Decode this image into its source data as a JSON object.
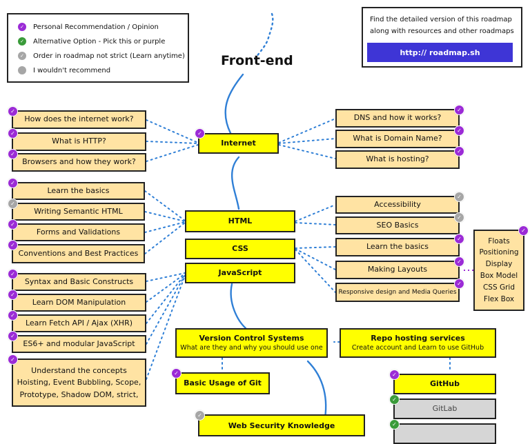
{
  "legend": {
    "items": [
      {
        "label": "Personal Recommendation / Opinion",
        "color": "#9b2bd6",
        "icon": "check-icon"
      },
      {
        "label": "Alternative Option - Pick this or purple",
        "color": "#3a9b3a",
        "icon": "check-icon"
      },
      {
        "label": "Order in roadmap not strict (Learn anytime)",
        "color": "#a6a6a6",
        "icon": "check-icon"
      },
      {
        "label": "I wouldn't recommend",
        "color": "#a6a6a6",
        "icon": "dot-icon"
      }
    ]
  },
  "info": {
    "text_line1": "Find the detailed version of this roadmap",
    "text_line2": "along with resources and other roadmaps",
    "link": "http:// roadmap.sh"
  },
  "title": "Front-end",
  "nodes": {
    "internet": "Internet",
    "html": "HTML",
    "css": "CSS",
    "javascript": "JavaScript",
    "vcs_title": "Version Control Systems",
    "vcs_sub": "What are they and why you should use one",
    "repo_title": "Repo hosting services",
    "repo_sub": "Create account and Learn to use GitHub",
    "git_basic": "Basic Usage of Git",
    "github": "GitHub",
    "gitlab": "GitLab",
    "web_security": "Web Security Knowledge"
  },
  "internet_left": [
    "How does the internet work?",
    "What is HTTP?",
    "Browsers and how they work?"
  ],
  "internet_right": [
    "DNS and how it works?",
    "What is Domain Name?",
    "What is hosting?"
  ],
  "html_left": [
    "Learn the basics",
    "Writing Semantic HTML",
    "Forms and Validations",
    "Conventions and Best Practices"
  ],
  "html_right": [
    "Accessibility",
    "SEO Basics"
  ],
  "css_right": [
    "Learn the basics",
    "Making Layouts",
    "Responsive design and Media Queries"
  ],
  "layouts_list": [
    "Floats",
    "Positioning",
    "Display",
    "Box Model",
    "CSS Grid",
    "Flex Box"
  ],
  "js_left": [
    "Syntax and Basic Constructs",
    "Learn DOM Manipulation",
    "Learn Fetch API / Ajax (XHR)",
    "ES6+ and modular JavaScript"
  ],
  "js_concepts": [
    "Understand the concepts",
    "Hoisting, Event Bubbling, Scope,",
    "Prototype, Shadow DOM, strict,"
  ],
  "colors": {
    "tan": "#ffe3a3",
    "yellow": "#ffff00",
    "purple": "#9b2bd6",
    "green": "#3a9b3a",
    "grey": "#a6a6a6",
    "link": "#3e35d6",
    "spine": "#2f7fd6"
  }
}
